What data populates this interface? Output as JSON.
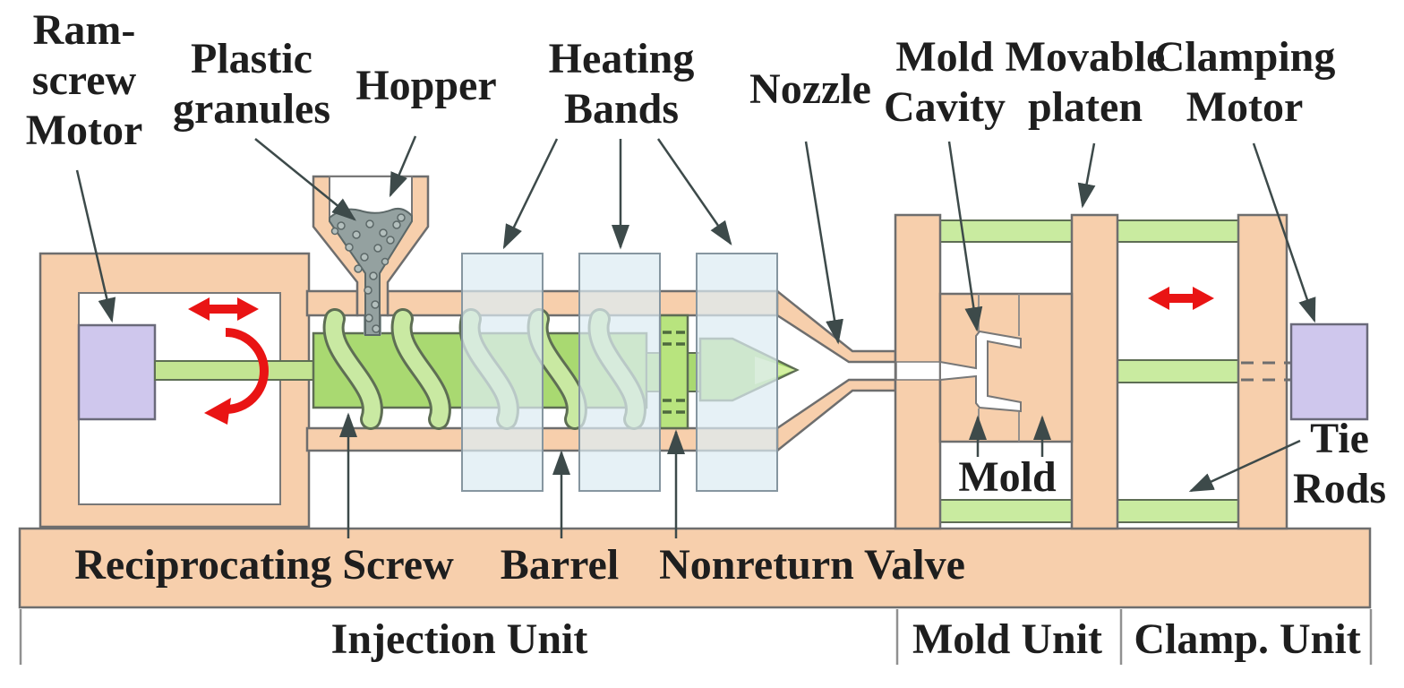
{
  "figure": {
    "title": "Injection molding machine schematic",
    "type": "diagram"
  },
  "callouts": {
    "ram_screw_motor": {
      "lines": [
        "Ram-",
        "screw",
        "Motor"
      ]
    },
    "plastic_granules": {
      "lines": [
        "Plastic",
        "granules"
      ]
    },
    "hopper": {
      "lines": [
        "Hopper"
      ]
    },
    "heating_bands": {
      "lines": [
        "Heating",
        "Bands"
      ]
    },
    "nozzle": {
      "lines": [
        "Nozzle"
      ]
    },
    "mold_cavity": {
      "lines": [
        "Mold",
        "Cavity"
      ]
    },
    "movable_platen": {
      "lines": [
        "Movable",
        "platen"
      ]
    },
    "clamping_motor": {
      "lines": [
        "Clamping",
        "Motor"
      ]
    },
    "tie_rods": {
      "lines": [
        "Tie",
        "Rods"
      ]
    },
    "mold": {
      "lines": [
        "Mold"
      ]
    },
    "reciprocating_screw": {
      "lines": [
        "Reciprocating Screw"
      ]
    },
    "barrel": {
      "lines": [
        "Barrel"
      ]
    },
    "nonreturn_valve": {
      "lines": [
        "Nonreturn Valve"
      ]
    },
    "injection_unit": {
      "lines": [
        "Injection Unit"
      ]
    },
    "mold_unit": {
      "lines": [
        "Mold Unit"
      ]
    },
    "clamp_unit": {
      "lines": [
        "Clamp. Unit"
      ]
    }
  },
  "colors": {
    "machine_body_peach": "#f7cfac",
    "screw_green": "#a9d971",
    "flight_green": "#c9e9a2",
    "shaft_green": "#c3e492",
    "tie_rod_green": "#c9eba0",
    "valve_green": "#b8e47e",
    "motor_purple": "#cfc7ed",
    "heater_band_blue": "#dcebf3",
    "granules_gray": "#94a1a0",
    "motion_arrow_red": "#e91414",
    "callout_arrow_dark": "#3d4a4a",
    "outline_gray": "#6e6e6e"
  }
}
